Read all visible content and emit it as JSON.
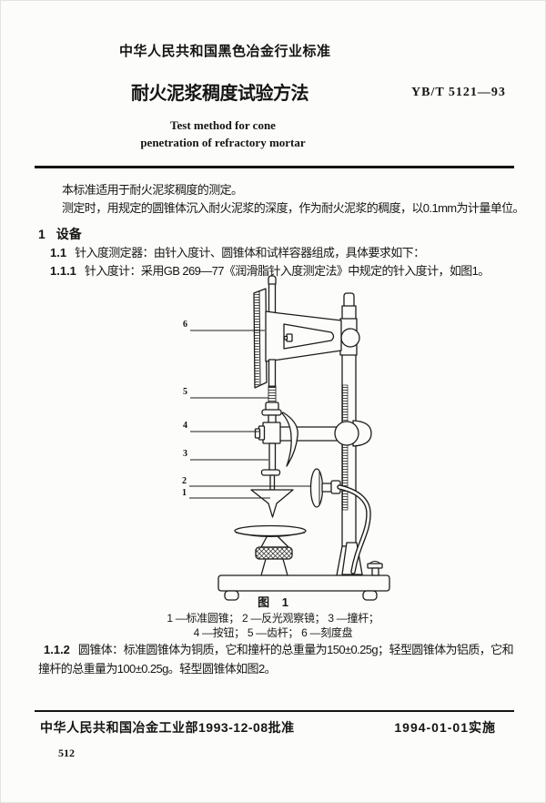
{
  "header": {
    "org": "中华人民共和国黑色冶金行业标准",
    "title": "耐火泥浆稠度试验方法",
    "standard_no": "YB/T 5121—93",
    "title_en_line1": "Test method for cone",
    "title_en_line2": "penetration of refractory mortar"
  },
  "intro": {
    "p1": "本标准适用于耐火泥浆稠度的测定。",
    "p2": "测定时，用规定的圆锥体沉入耐火泥浆的深度，作为耐火泥浆的稠度，以0.1mm为计量单位。"
  },
  "section1": {
    "number": "1",
    "heading": "设备",
    "clauses": [
      {
        "num": "1.1",
        "text": "针入度测定器：由针入度计、圆锥体和试样容器组成，具体要求如下："
      },
      {
        "num": "1.1.1",
        "text": "针入度计：采用GB 269—77《润滑脂针入度测定法》中规定的针入度计，如图1。"
      },
      {
        "num": "1.1.2",
        "text": "圆锥体：标准圆锥体为铜质，它和撞杆的总重量为150±0.25g；轻型圆锥体为铝质，它和撞杆的总重量为100±0.25g。轻型圆锥体如图2。"
      }
    ]
  },
  "figure": {
    "caption": "图 1",
    "legend_line1": "1 —标准圆锥； 2 —反光观察镜； 3 —撞杆；",
    "legend_line2": "4 —按钮； 5 —齿杆； 6 —刻度盘",
    "labels": [
      "1",
      "2",
      "3",
      "4",
      "5",
      "6"
    ]
  },
  "footer": {
    "approval": "中华人民共和国冶金工业部1993-12-08批准",
    "implementation": "1994-01-01实施",
    "page_number": "512"
  }
}
